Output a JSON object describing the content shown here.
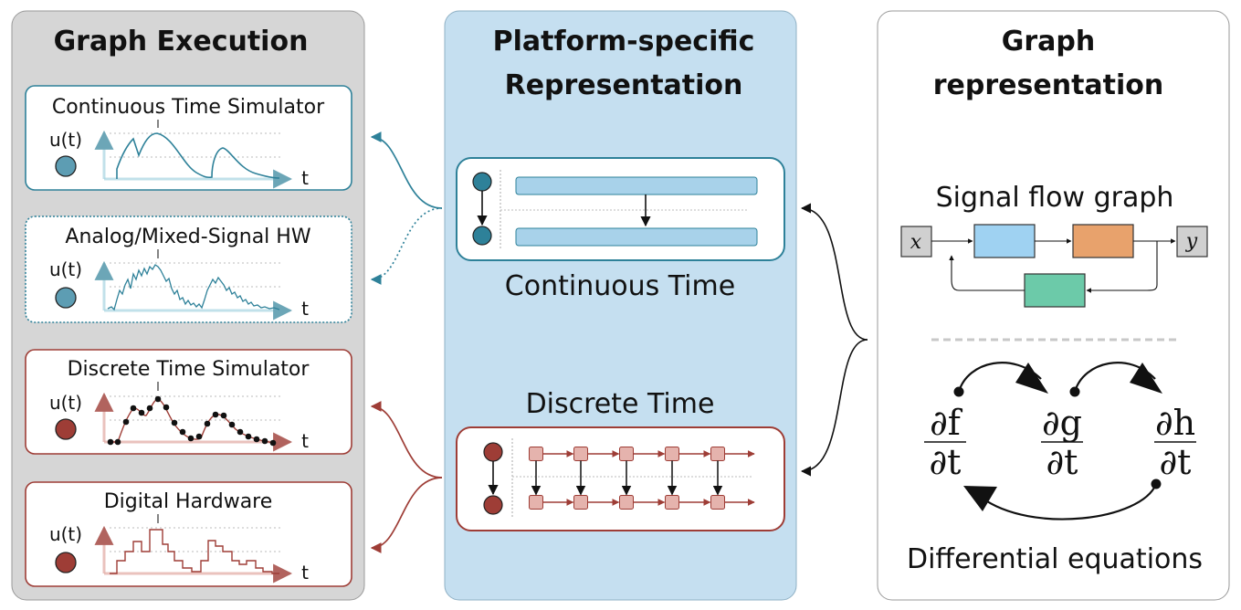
{
  "panels": {
    "execution": {
      "title": "Graph Execution"
    },
    "platform": {
      "title_line1": "Platform-specific",
      "title_line2": "Representation"
    },
    "graph": {
      "title_line1": "Graph",
      "title_line2": "representation"
    }
  },
  "execution_cards": [
    {
      "title": "Continuous Time Simulator",
      "ylabel": "u(t)",
      "xlabel": "t",
      "color": "#2e8199"
    },
    {
      "title": "Analog/Mixed-Signal HW",
      "ylabel": "u(t)",
      "xlabel": "t",
      "color": "#2e8199"
    },
    {
      "title": "Discrete Time Simulator",
      "ylabel": "u(t)",
      "xlabel": "t",
      "color": "#9e3d36"
    },
    {
      "title": "Digital Hardware",
      "ylabel": "u(t)",
      "xlabel": "t",
      "color": "#9e3d36"
    }
  ],
  "platform": {
    "continuous_label": "Continuous Time",
    "discrete_label": "Discrete Time"
  },
  "graph": {
    "signal_flow_title": "Signal flow graph",
    "input_node": "x",
    "output_node": "y",
    "differential_title": "Differential equations",
    "eq1_num": "∂f",
    "eq1_den": "∂t",
    "eq2_num": "∂g",
    "eq2_den": "∂t",
    "eq3_num": "∂h",
    "eq3_den": "∂t"
  },
  "colors": {
    "teal": "#2e8199",
    "teal_light": "#a8d5e2",
    "red": "#9e3d36",
    "red_light": "#e5b3ad",
    "panel_gray": "#d6d6d6",
    "panel_blue": "#c5dff0",
    "block_blue": "#9fd2f2",
    "block_orange": "#e8a26c",
    "block_green": "#6ccaa9"
  }
}
